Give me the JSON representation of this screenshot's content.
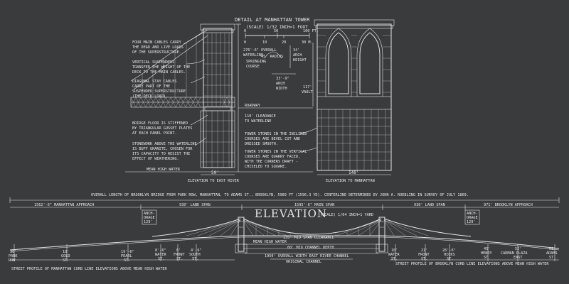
{
  "detail": {
    "title": "DETAIL AT MANHATTAN TOWER",
    "scale": "(SCALE) 1/32 INCH=1 FOOT",
    "scale_feet": [
      "0",
      "50",
      "100 FT."
    ],
    "scale_meters": [
      "0",
      "10",
      "20",
      "30 M."
    ],
    "notes_left": [
      [
        "FOUR MAIN CABLES CARRY",
        "THE DEAD AND LIVE LOADS",
        "OF THE SUPERSTRUCTURE."
      ],
      [
        "VERTICAL SUSPENDERS",
        "TRANSFER THE WEIGHT OF THE",
        "DECK TO THE MAIN CABLES."
      ],
      [
        "DIAGONAL STAY CABLES",
        "CARRY PART OF THE",
        "SUSPENDED SUPERSTRUCTURE",
        "(THE DECK LOAD)."
      ],
      [
        "BRIDGE FLOOR IS STIFFENED",
        "BY TRIANGULAR GUSSET PLATES",
        "AT EACH PANEL POINT."
      ],
      [
        "STONEWORK ABOVE THE WATERLINE",
        "IS BUFF GRANITE, CHOSEN FOR",
        "ITS CAPACITY TO RESIST THE",
        "EFFECT OF WEATHERING."
      ]
    ],
    "mean_high_water": "MEAN HIGH WATER",
    "dim_overall": [
      "276'-6\" OVERALL",
      "WATERLINE"
    ],
    "springing": [
      "SPRINGING",
      "COURSE"
    ],
    "radius": "45' RADIUS",
    "arch_height": [
      "34'",
      "ARCH",
      "HEIGHT"
    ],
    "arch_width": [
      "33'-9\"",
      "ARCH",
      "WIDTH"
    ],
    "vault": [
      "117'",
      "VAULT"
    ],
    "roadway": "ROADWAY",
    "clearance": [
      "110' CLEARANCE",
      "TO WATERLINE"
    ],
    "notes_right": [
      [
        "TOWER STONES IN THE INCLINED",
        "COURSES ARE BEVEL CUT AND",
        "DRESSED SMOOTH."
      ],
      [
        "TOWER STONES IN THE VERTICAL",
        "COURSES ARE QUARRY FACED,",
        "WITH THE CORNERS DRAFT -",
        "CHISELED TO SQUARE."
      ]
    ],
    "side_width": "59'",
    "side_caption": "ELEVATION TO EAST RIVER",
    "front_width": "140'",
    "front_caption": "ELEVATION TO MANHATTAN"
  },
  "elevation": {
    "overall_length": "OVERALL LENGTH OF BROOKLYN BRIDGE FROM PARK ROW, MANHATTAN, TO ADAMS ST., BROOKLYN, 5989 FT (1596.3 YD).   CENTERLINE DETERMINED BY JOHN A. ROEBLING IN SURVEY OF JULY 1869.",
    "manhattan_approach": "1562'-6\" MANHATTAN APPROACH",
    "land_span_left": "930' LAND SPAN",
    "main_span": "1595'-6\" MAIN SPAN",
    "land_span_right": "930' LAND SPAN",
    "brooklyn_approach": "971' BROOKLYN APPROACH",
    "title": "ELEVATION",
    "scale": "(SCALE) 1/64 INCH=1 YARD",
    "anchorage_label": [
      "ANCH-",
      "ORAGE",
      "129'"
    ],
    "mid_span": "135' MID SPAN CLEARANCE",
    "mean_high_water": "MEAN HIGH WATER",
    "channel_depth": "60' MID CHANNEL DEPTH",
    "channel_width": "1950' OVERALL WIDTH EAST RIVER CHANNEL",
    "original_channel": "ORIGINAL CHANNEL",
    "street_left": "STREET PROFILE OF MANHATTAN CURB LINE ELEVATIONS ABOVE MEAN HIGH WATER",
    "street_right": "STREET PROFILE OF BROOKLYN CURB LINE ELEVATIONS ABOVE MEAN HIGH WATER",
    "streets_left": [
      [
        "36'",
        "PARK",
        "ROW"
      ],
      [
        "10'",
        "GOLD",
        "ST."
      ],
      [
        "19'-6\"",
        "PEARL",
        "ST."
      ],
      [
        "8'-6\"",
        "WATER",
        "ST."
      ],
      [
        "6'",
        "FRONT",
        "ST."
      ],
      [
        "4'-6\"",
        "SOUTH",
        "ST."
      ]
    ],
    "streets_right": [
      [
        "10'",
        "WATER",
        "ST."
      ],
      [
        "21'",
        "FRONT",
        "ST."
      ],
      [
        "26'-6\"",
        "HICKS",
        "ST."
      ],
      [
        "45'",
        "HENRY",
        "ST."
      ],
      [
        "52'",
        "CADMAN PLAZA",
        "EAST"
      ],
      [
        "68'",
        "ADAMS",
        "ST."
      ]
    ]
  },
  "colors": {
    "background": "#3a3b3d",
    "ink": "#e6e6e3"
  }
}
